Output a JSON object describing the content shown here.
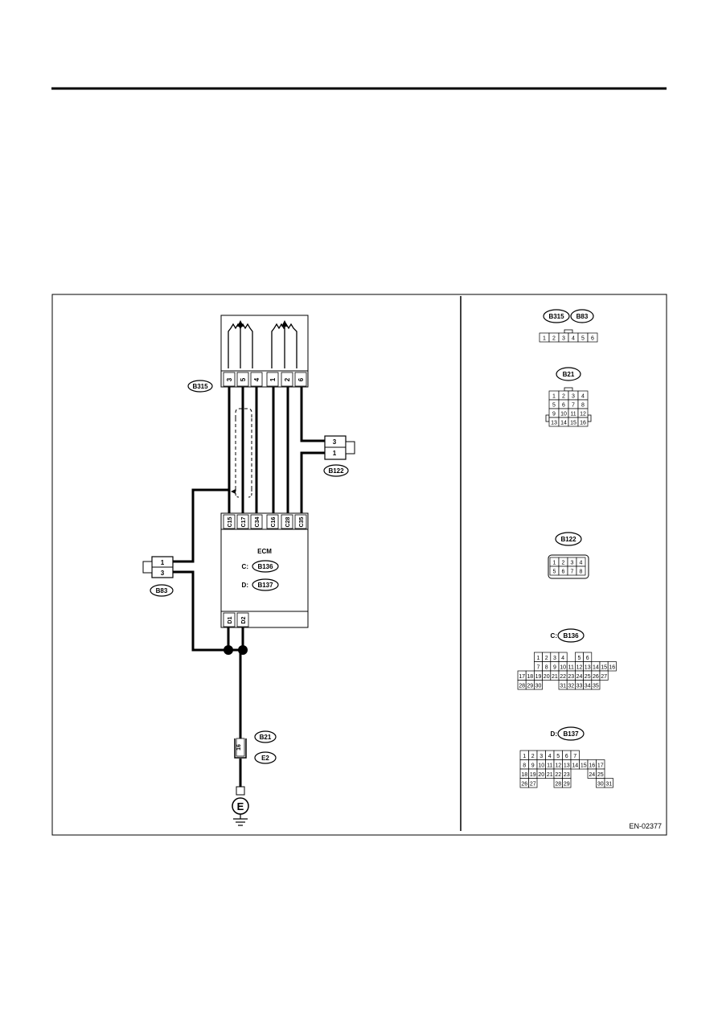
{
  "figure_id": "EN-02377",
  "sensor_connector": {
    "label": "B315",
    "pins": [
      "3",
      "5",
      "4",
      "1",
      "2",
      "6"
    ]
  },
  "ecm": {
    "title": "ECM",
    "c_prefix": "C:",
    "c_connector": "B136",
    "d_prefix": "D:",
    "d_connector": "B137",
    "top_pins": [
      "C15",
      "C17",
      "C34",
      "C16",
      "C28",
      "C35"
    ],
    "bottom_pins": [
      "D1",
      "D2"
    ]
  },
  "connector_b122": {
    "label": "B122",
    "pins": [
      "3",
      "1"
    ]
  },
  "connector_b83": {
    "label": "B83",
    "pins": [
      "1",
      "3"
    ]
  },
  "ground_connector": {
    "label_top": "B21",
    "label_bottom": "E2",
    "pin": "16"
  },
  "ground_symbol": "E",
  "views": {
    "b315_b83": {
      "labels": [
        "B315",
        "B83"
      ],
      "pins": [
        "1",
        "2",
        "3",
        "4",
        "5",
        "6"
      ]
    },
    "b21": {
      "label": "B21",
      "rows": [
        [
          "1",
          "2",
          "3",
          "4"
        ],
        [
          "5",
          "6",
          "7",
          "8"
        ],
        [
          "9",
          "10",
          "11",
          "12"
        ],
        [
          "13",
          "14",
          "15",
          "16"
        ]
      ]
    },
    "b122": {
      "label": "B122",
      "rows": [
        [
          "1",
          "2",
          "3",
          "4"
        ],
        [
          "5",
          "6",
          "7",
          "8"
        ]
      ]
    },
    "b136": {
      "prefix": "C:",
      "label": "B136",
      "rows": [
        [
          "",
          "1",
          "2",
          "3",
          "4",
          "",
          "5",
          "6"
        ],
        [
          "",
          "7",
          "8",
          "9",
          "10",
          "11",
          "12",
          "13",
          "14",
          "15",
          "16"
        ],
        [
          "17",
          "18",
          "19",
          "20",
          "21",
          "22",
          "23",
          "24",
          "25",
          "26",
          "27"
        ],
        [
          "28",
          "29",
          "30",
          "",
          "",
          "31",
          "32",
          "33",
          "34",
          "35"
        ]
      ]
    },
    "b137": {
      "prefix": "D:",
      "label": "B137",
      "rows": [
        [
          "1",
          "2",
          "3",
          "4",
          "5",
          "6",
          "7"
        ],
        [
          "8",
          "9",
          "10",
          "11",
          "12",
          "13",
          "14",
          "15",
          "16",
          "17"
        ],
        [
          "18",
          "19",
          "20",
          "21",
          "22",
          "23",
          "24",
          "25"
        ],
        [
          "26",
          "27",
          "28",
          "29",
          "30",
          "31"
        ]
      ]
    }
  }
}
